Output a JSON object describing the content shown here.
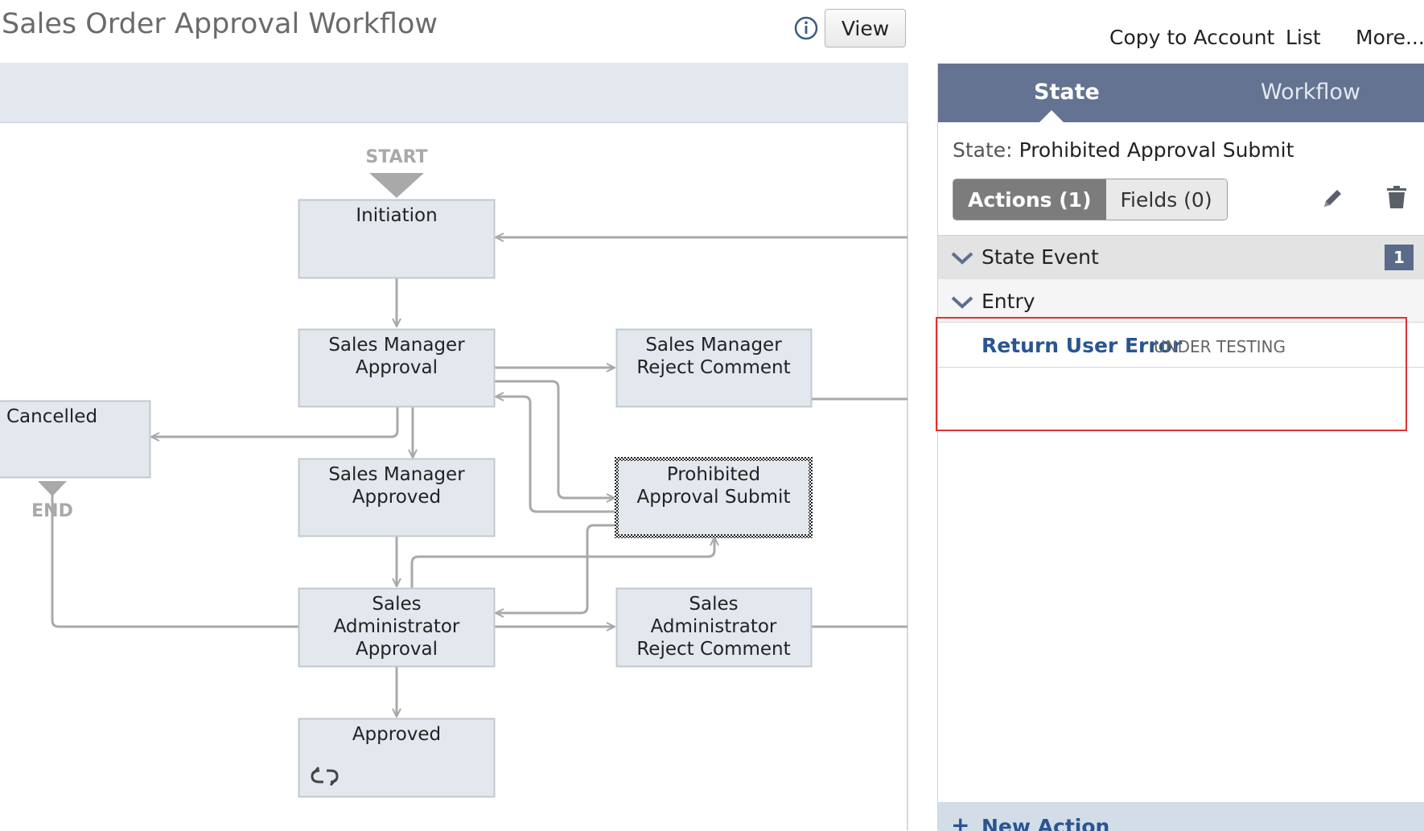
{
  "header": {
    "title": "Sales Order Approval Workflow",
    "view_label": "View"
  },
  "top_links": [
    "Copy to Account",
    "List",
    "More..."
  ],
  "diagram": {
    "start_label": "START",
    "end_label": "END",
    "states": [
      {
        "id": "initiation",
        "lines": [
          "Initiation"
        ]
      },
      {
        "id": "sm-approval",
        "lines": [
          "Sales Manager",
          "Approval"
        ]
      },
      {
        "id": "sm-reject",
        "lines": [
          "Sales Manager",
          "Reject Comment"
        ]
      },
      {
        "id": "cancelled",
        "lines": [
          "Cancelled"
        ]
      },
      {
        "id": "sm-approved",
        "lines": [
          "Sales Manager",
          "Approved"
        ]
      },
      {
        "id": "prohibited",
        "lines": [
          "Prohibited",
          "Approval Submit"
        ],
        "selected": true
      },
      {
        "id": "sa-approval",
        "lines": [
          "Sales",
          "Administrator",
          "Approval"
        ]
      },
      {
        "id": "sa-reject",
        "lines": [
          "Sales",
          "Administrator",
          "Reject Comment"
        ]
      },
      {
        "id": "approved",
        "lines": [
          "Approved"
        ],
        "has_loop_icon": true
      }
    ]
  },
  "panel": {
    "tabs": [
      {
        "label": "State",
        "active": true
      },
      {
        "label": "Workflow",
        "active": false
      }
    ],
    "state_key": "State:",
    "state_name": "Prohibited Approval Submit",
    "subtabs": {
      "actions": "Actions (1)",
      "fields": "Fields (0)"
    },
    "sections": {
      "state_event": {
        "label": "State Event",
        "count": "1"
      },
      "entry": {
        "label": "Entry"
      }
    },
    "action": {
      "name": "Return User Error",
      "status": "UNDER TESTING"
    },
    "new_action_label": "New Action"
  },
  "colors": {
    "state_fill": "#e3e8ef",
    "state_border": "#c3c8cf",
    "connector": "#a9a9a9",
    "tab_bar": "#637391",
    "link": "#2a5592",
    "highlight": "#e03232"
  }
}
